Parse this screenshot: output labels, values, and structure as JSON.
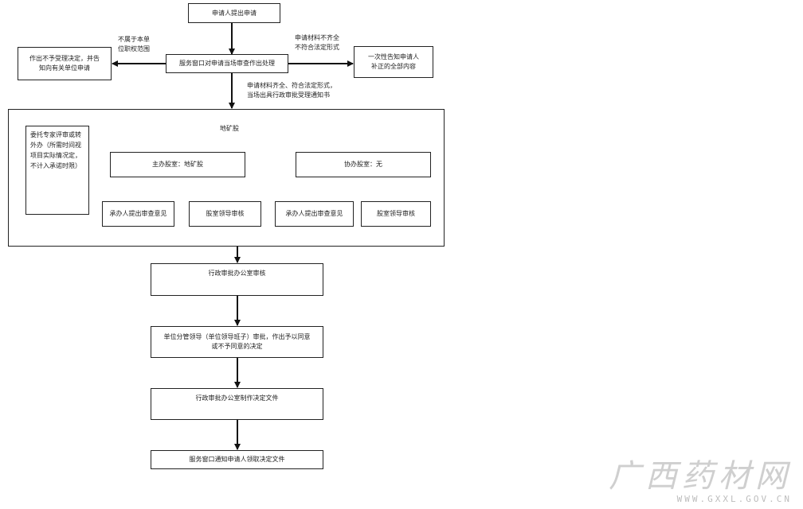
{
  "flow": {
    "start": "申请人提出申请",
    "window_review": "服务窗口对申请当场审查作出处理",
    "reject_line1": "作出不予受理决定，并告",
    "reject_line2": "知向有关单位申请",
    "reject_label_line1": "不属于本单",
    "reject_label_line2": "位职权范围",
    "incomplete_label_line1": "申请材料不齐全",
    "incomplete_label_line2": "不符合法定形式",
    "notify_line1": "一次性告知申请人",
    "notify_line2": "补正的全部内容",
    "accept_label_line1": "申请材料齐全、符合法定形式，",
    "accept_label_line2": "当场出具行政审批受理通知书",
    "dept_title": "地矿股",
    "expert_text": "委托专家评审或转外办（所需时间视项目实际情况定，不计入承诺时限）",
    "main_dept": "主办股室：地矿股",
    "assist_dept": "协办股室：无",
    "sub_opinion_1": "承办人提出审查意见",
    "sub_review_1": "股室领导审核",
    "sub_opinion_2": "承办人提出审查意见",
    "sub_review_2": "股室领导审核",
    "office_review": "行政审批办公室审核",
    "leader_line1": "单位分管领导（单位领导班子）审批，作出予以同意",
    "leader_line2": "或不予同意的决定",
    "make_doc": "行政审批办公室制作决定文件",
    "notify_pickup": "服务窗口通知申请人领取决定文件"
  },
  "watermark": {
    "big": "广西药材网",
    "small": "WWW.GXXL.GOV.CN"
  }
}
